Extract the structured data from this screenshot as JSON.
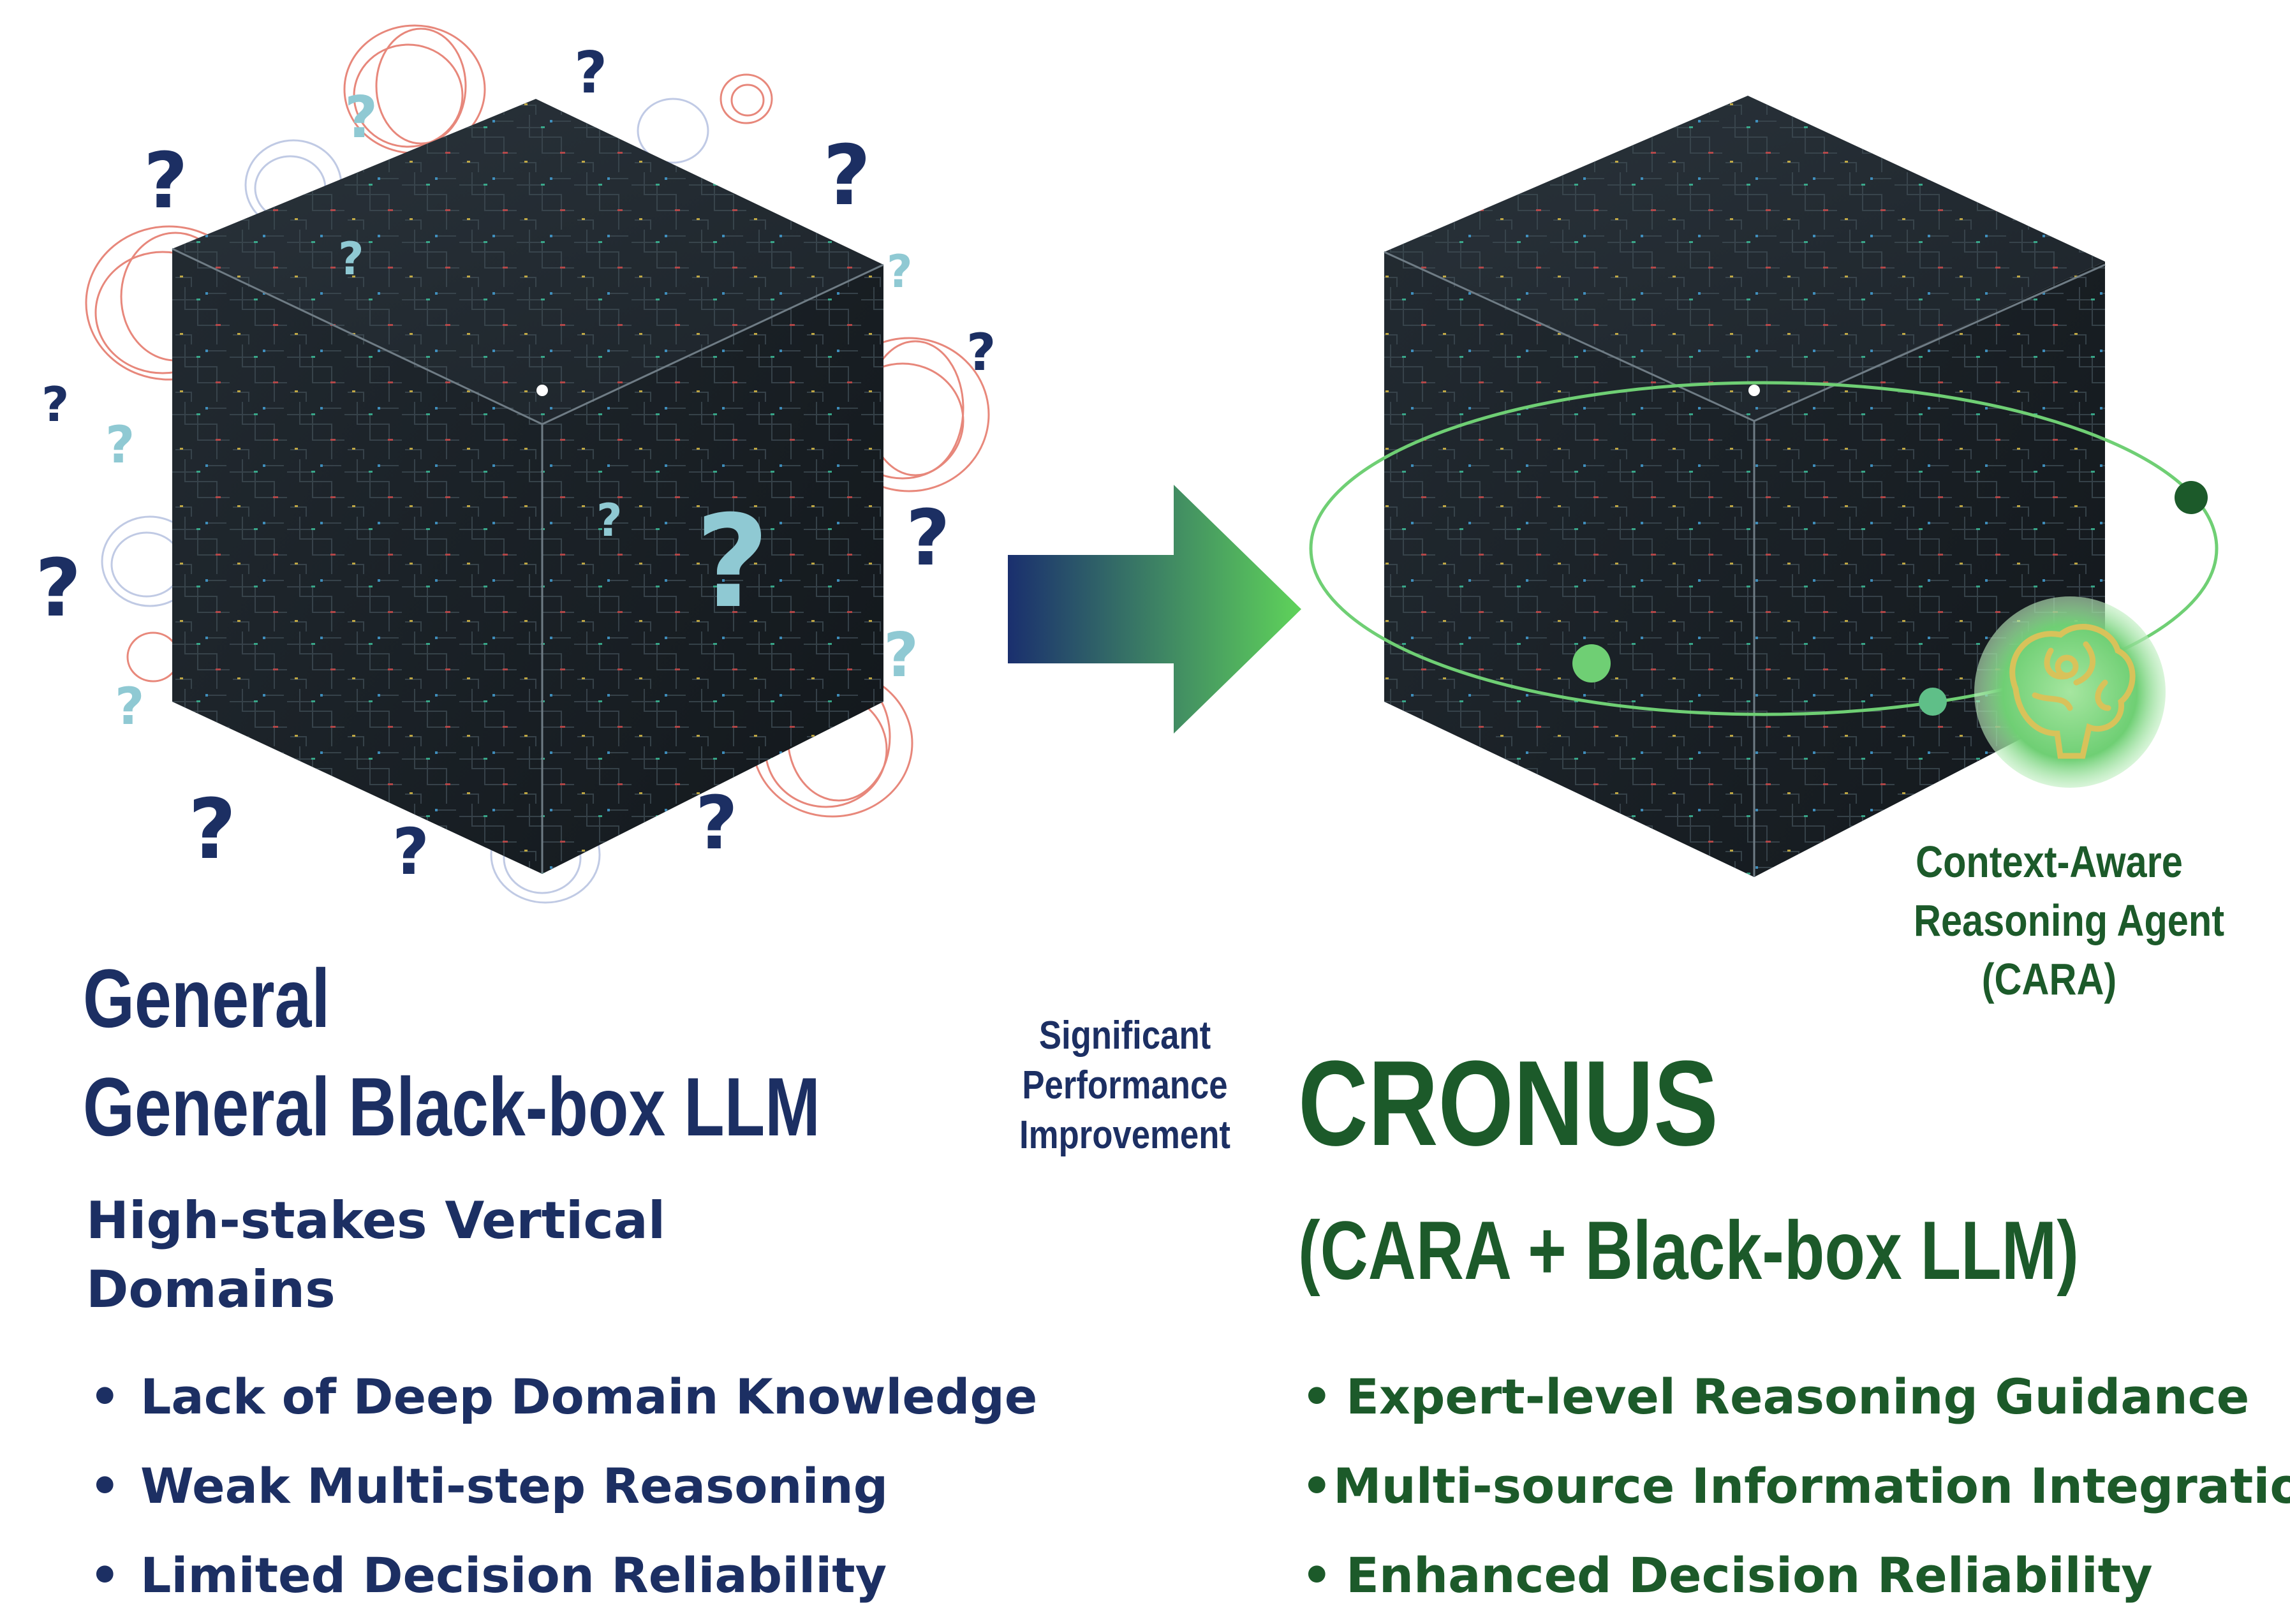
{
  "left": {
    "title_line1": "General",
    "title_line2": "General Black-box LLM",
    "subtitle_line1": "High-stakes Vertical",
    "subtitle_line2": "Domains",
    "bullets": [
      "Lack of Deep Domain Knowledge",
      "Weak Multi-step Reasoning",
      "Limited Decision Reliability"
    ]
  },
  "center": {
    "arrow_label_line1": "Significant",
    "arrow_label_line2": "Performance",
    "arrow_label_line3": "Improvement"
  },
  "right": {
    "title": "CRONUS",
    "subtitle": "(CARA + Black-box LLM)",
    "agent_label_line1": "Context-Aware",
    "agent_label_line2": "Reasoning Agent",
    "agent_label_line3": "(CARA)",
    "bullets": [
      "Expert-level Reasoning Guidance",
      "Multi-source Information Integration",
      "Enhanced Decision Reliability"
    ]
  },
  "bullet_glyph": "•",
  "colors": {
    "navy": "#1c2f63",
    "green": "#1c5a2a",
    "cube_dark": "#1b2228",
    "arrow_start": "#1a2f6e",
    "arrow_end": "#5fd35a",
    "scribble_red": "#e0604f",
    "question_teal": "#8fc9d3"
  },
  "icons": [
    "question-mark-icon",
    "scribble-icon",
    "arrow-right-icon",
    "brain-icon"
  ]
}
